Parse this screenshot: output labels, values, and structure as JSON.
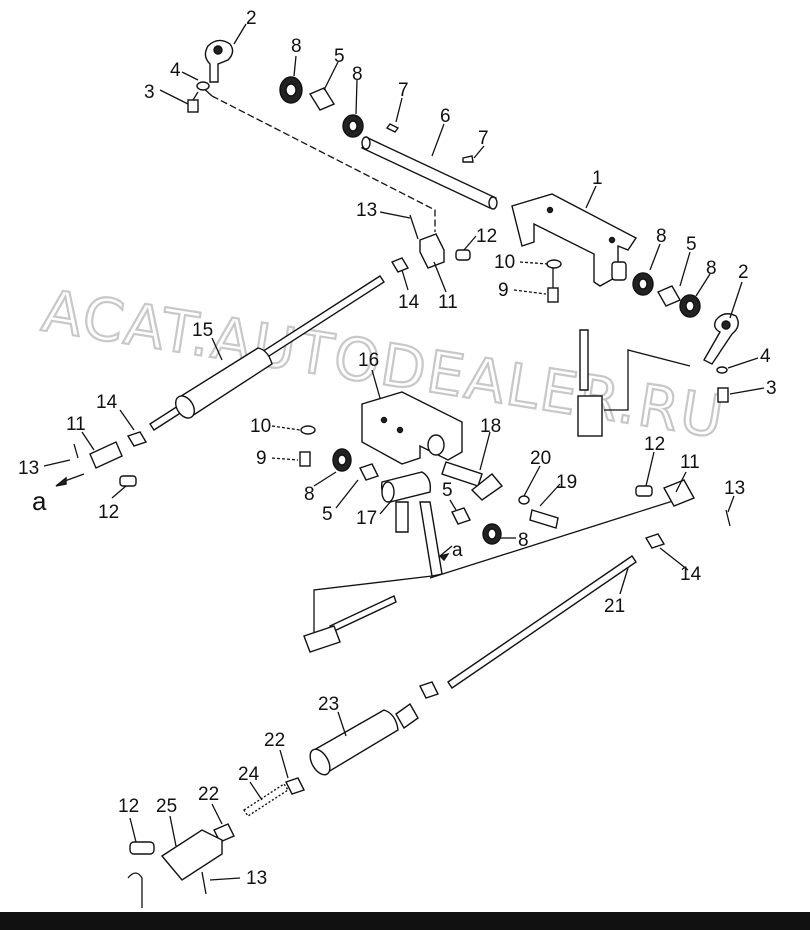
{
  "watermark": "ACAT.AUTODEALER.RU",
  "callouts": [
    {
      "id": "c2a",
      "text": "2"
    },
    {
      "id": "c4a",
      "text": "4"
    },
    {
      "id": "c3a",
      "text": "3"
    },
    {
      "id": "c8a",
      "text": "8"
    },
    {
      "id": "c5a",
      "text": "5"
    },
    {
      "id": "c8b",
      "text": "8"
    },
    {
      "id": "c7a",
      "text": "7"
    },
    {
      "id": "c6",
      "text": "6"
    },
    {
      "id": "c7b",
      "text": "7"
    },
    {
      "id": "c1",
      "text": "1"
    },
    {
      "id": "c13a",
      "text": "13"
    },
    {
      "id": "c12a",
      "text": "12"
    },
    {
      "id": "c10a",
      "text": "10"
    },
    {
      "id": "c9a",
      "text": "9"
    },
    {
      "id": "c14a",
      "text": "14"
    },
    {
      "id": "c11a",
      "text": "11"
    },
    {
      "id": "c8c",
      "text": "8"
    },
    {
      "id": "c5b",
      "text": "5"
    },
    {
      "id": "c8d",
      "text": "8"
    },
    {
      "id": "c2b",
      "text": "2"
    },
    {
      "id": "c4b",
      "text": "4"
    },
    {
      "id": "c3b",
      "text": "3"
    },
    {
      "id": "c15",
      "text": "15"
    },
    {
      "id": "c16",
      "text": "16"
    },
    {
      "id": "c14b",
      "text": "14"
    },
    {
      "id": "c11b",
      "text": "11"
    },
    {
      "id": "c13b",
      "text": "13"
    },
    {
      "id": "c12b",
      "text": "12"
    },
    {
      "id": "c10b",
      "text": "10"
    },
    {
      "id": "c9b",
      "text": "9"
    },
    {
      "id": "c8e",
      "text": "8"
    },
    {
      "id": "c5c",
      "text": "5"
    },
    {
      "id": "c17",
      "text": "17"
    },
    {
      "id": "c18",
      "text": "18"
    },
    {
      "id": "c20",
      "text": "20"
    },
    {
      "id": "c19",
      "text": "19"
    },
    {
      "id": "c5d",
      "text": "5"
    },
    {
      "id": "c8f",
      "text": "8"
    },
    {
      "id": "c12c",
      "text": "12"
    },
    {
      "id": "c11c",
      "text": "11"
    },
    {
      "id": "c13c",
      "text": "13"
    },
    {
      "id": "c14c",
      "text": "14"
    },
    {
      "id": "c21",
      "text": "21"
    },
    {
      "id": "c23",
      "text": "23"
    },
    {
      "id": "c22a",
      "text": "22"
    },
    {
      "id": "c24",
      "text": "24"
    },
    {
      "id": "c22b",
      "text": "22"
    },
    {
      "id": "c12d",
      "text": "12"
    },
    {
      "id": "c25",
      "text": "25"
    },
    {
      "id": "c13d",
      "text": "13"
    }
  ],
  "view_markers": [
    {
      "id": "va",
      "text": "a"
    },
    {
      "id": "vb",
      "text": "a"
    }
  ]
}
